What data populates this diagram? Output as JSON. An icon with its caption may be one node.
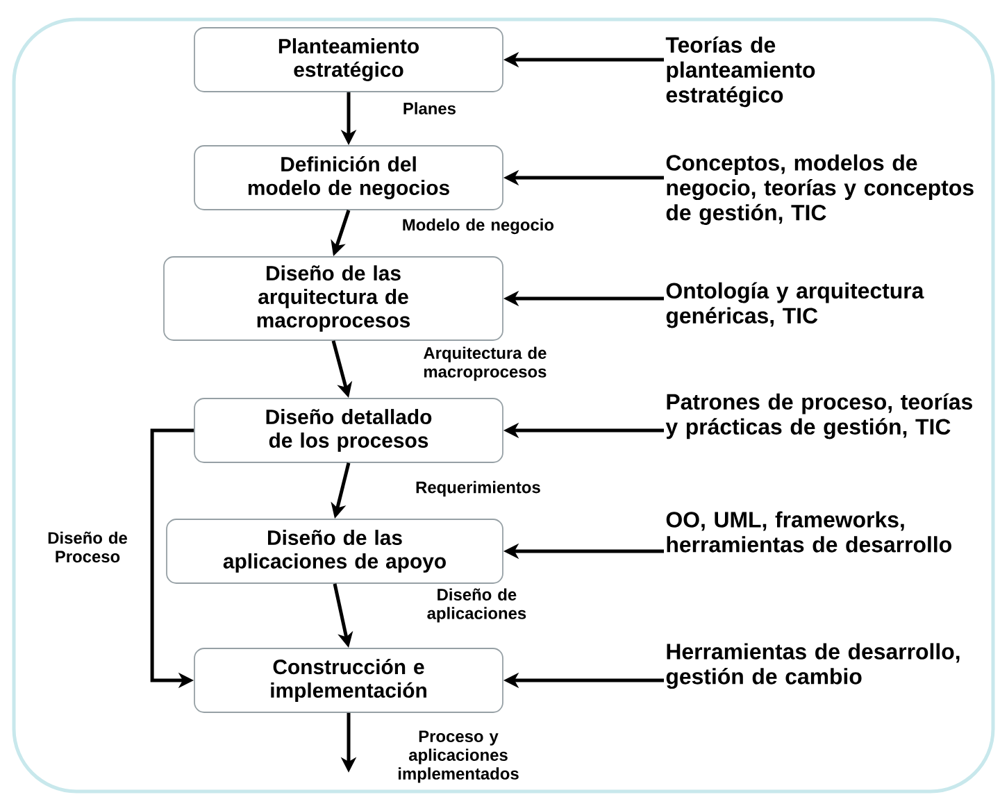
{
  "diagram": {
    "nodes": [
      {
        "text": [
          "Planteamiento estratégico"
        ]
      },
      {
        "text": [
          "Definición del modelo de negocios"
        ]
      },
      {
        "text": [
          "Diseño de las arquitectura de macroprocesos"
        ]
      },
      {
        "text": [
          "Diseño detallado de los procesos"
        ]
      },
      {
        "text": [
          "Diseño de las aplicaciones de apoyo"
        ]
      },
      {
        "text": [
          "Construcción e implementación"
        ]
      },
      {
        "text": [
          "Teorías de planteamiento estratégico"
        ]
      },
      {
        "text": [
          "Conceptos, modelos de negocio, teorías y conceptos de gestión, TIC"
        ]
      },
      {
        "text": [
          "Ontología y arquitectura genéricas, TIC"
        ]
      },
      {
        "text": [
          "Patrones de proceso, teorías y prácticas de gestión, TIC"
        ]
      },
      {
        "text": [
          "OO, UML, frameworks, herramientas de desarrollo"
        ]
      },
      {
        "text": [
          "Herramientas de desarrollo, gestión de cambio"
        ]
      }
    ],
    "edges": [
      {
        "from": 0,
        "to": 1,
        "arrow": "to",
        "label": "Planes"
      },
      {
        "from": 1,
        "to": 2,
        "arrow": "to",
        "label": "Modelo de negocio"
      },
      {
        "from": 2,
        "to": 3,
        "arrow": "to",
        "label": "Arquitectura de macroprocesos"
      },
      {
        "from": 3,
        "to": 4,
        "arrow": "to",
        "label": "Requerimientos"
      },
      {
        "from": 4,
        "to": 5,
        "arrow": "to",
        "label": "Diseño de aplicaciones"
      },
      {
        "from": 5,
        "to": null,
        "arrow": "to",
        "label": "Proceso y aplicaciones implementados"
      },
      {
        "from": 3,
        "to": 5,
        "arrow": "to",
        "label": "Diseño de Proceso"
      },
      {
        "from": 6,
        "to": 0,
        "arrow": "to"
      },
      {
        "from": 7,
        "to": 1,
        "arrow": "to"
      },
      {
        "from": 8,
        "to": 2,
        "arrow": "to"
      },
      {
        "from": 9,
        "to": 3,
        "arrow": "to"
      },
      {
        "from": 10,
        "to": 4,
        "arrow": "to"
      },
      {
        "from": 11,
        "to": 5,
        "arrow": "to"
      }
    ]
  }
}
